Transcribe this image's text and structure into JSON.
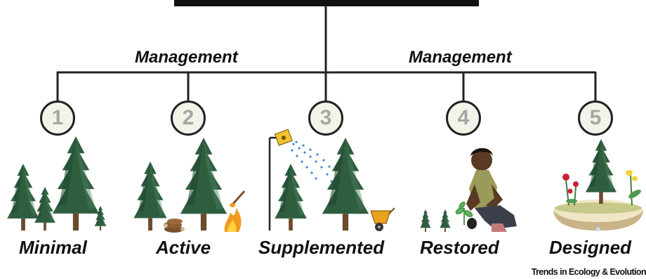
{
  "management_left": "Management",
  "management_right": "Management",
  "categories": [
    {
      "number": "1",
      "label": "Minimal"
    },
    {
      "number": "2",
      "label": "Active"
    },
    {
      "number": "3",
      "label": "Supplemented"
    },
    {
      "number": "4",
      "label": "Restored"
    },
    {
      "number": "5",
      "label": "Designed"
    }
  ],
  "credit": "Trends in Ecology & Evolution",
  "colors": {
    "tree": "#2f5e3f",
    "tree_dark": "#1f4530",
    "trunk": "#6b4a2e",
    "circle_fill": "#f4f3ea",
    "number": "#a6a6a6",
    "sprinkler": "#f2c230",
    "water": "#4a86d8",
    "wheelbarrow": "#e8a21c"
  },
  "icons": [
    "conifer-tree-icon",
    "log-pile-icon",
    "fire-icon",
    "torch-icon",
    "sprinkler-icon",
    "wheelbarrow-icon",
    "planting-person-icon",
    "seedling-icon",
    "flowering-plant-icon",
    "soil-island-icon"
  ]
}
